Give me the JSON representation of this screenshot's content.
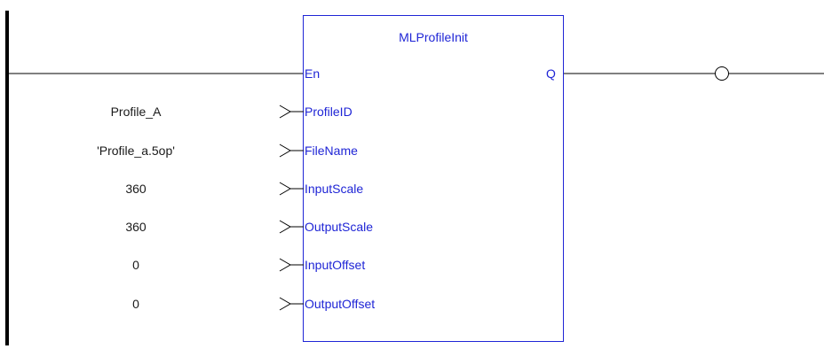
{
  "block": {
    "name": "MLProfileInit",
    "enable_pin": "En",
    "output_pin": "Q"
  },
  "inputs": [
    {
      "pin": "ProfileID",
      "value": "Profile_A"
    },
    {
      "pin": "FileName",
      "value": "'Profile_a.5op'"
    },
    {
      "pin": "InputScale",
      "value": "360"
    },
    {
      "pin": "OutputScale",
      "value": "360"
    },
    {
      "pin": "InputOffset",
      "value": "0"
    },
    {
      "pin": "OutputOffset",
      "value": "0"
    }
  ],
  "colors": {
    "pin_text": "#1f25d6",
    "block_border": "#1f25d6",
    "wire": "#000000",
    "value_text": "#1a1a1a"
  }
}
